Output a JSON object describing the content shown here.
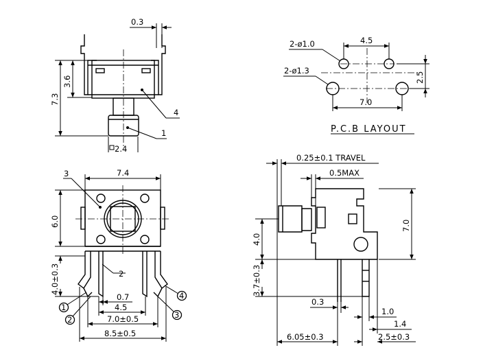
{
  "top_view": {
    "dim_top": "0.3",
    "dim_total_h": "7.3",
    "dim_body_h": "3.6",
    "callout_4": "4",
    "callout_1": "1",
    "dim_stem": "2.4"
  },
  "pcb_layout": {
    "hole_small": "2-ø1.0",
    "hole_large": "2-ø1.3",
    "dim_small_pitch": "4.5",
    "dim_large_pitch": "7.0",
    "dim_row_gap": "2.5",
    "title": "P.C.B LAYOUT"
  },
  "front_view": {
    "callout_3": "3",
    "dim_width": "7.4",
    "dim_height": "6.0",
    "dim_lead": "4.0±0.3",
    "callout_2": "2",
    "dim_pin_w": "0.7",
    "dim_inner_pitch": "4.5",
    "dim_outer_pitch": "7.0±0.5",
    "dim_total_w": "8.5±0.5",
    "pin_1": "1",
    "pin_2": "2",
    "pin_3": "3",
    "pin_4": "4"
  },
  "side_view": {
    "travel": "0.25±0.1 TRAVEL",
    "max": "0.5MAX",
    "dim_h": "7.0",
    "dim_4": "4.0",
    "dim_lead": "3.7±0.3",
    "dim_03": "0.3",
    "dim_10": "1.0",
    "dim_14": "1.4",
    "dim_605": "6.05±0.3",
    "dim_25": "2.5±0.3"
  }
}
